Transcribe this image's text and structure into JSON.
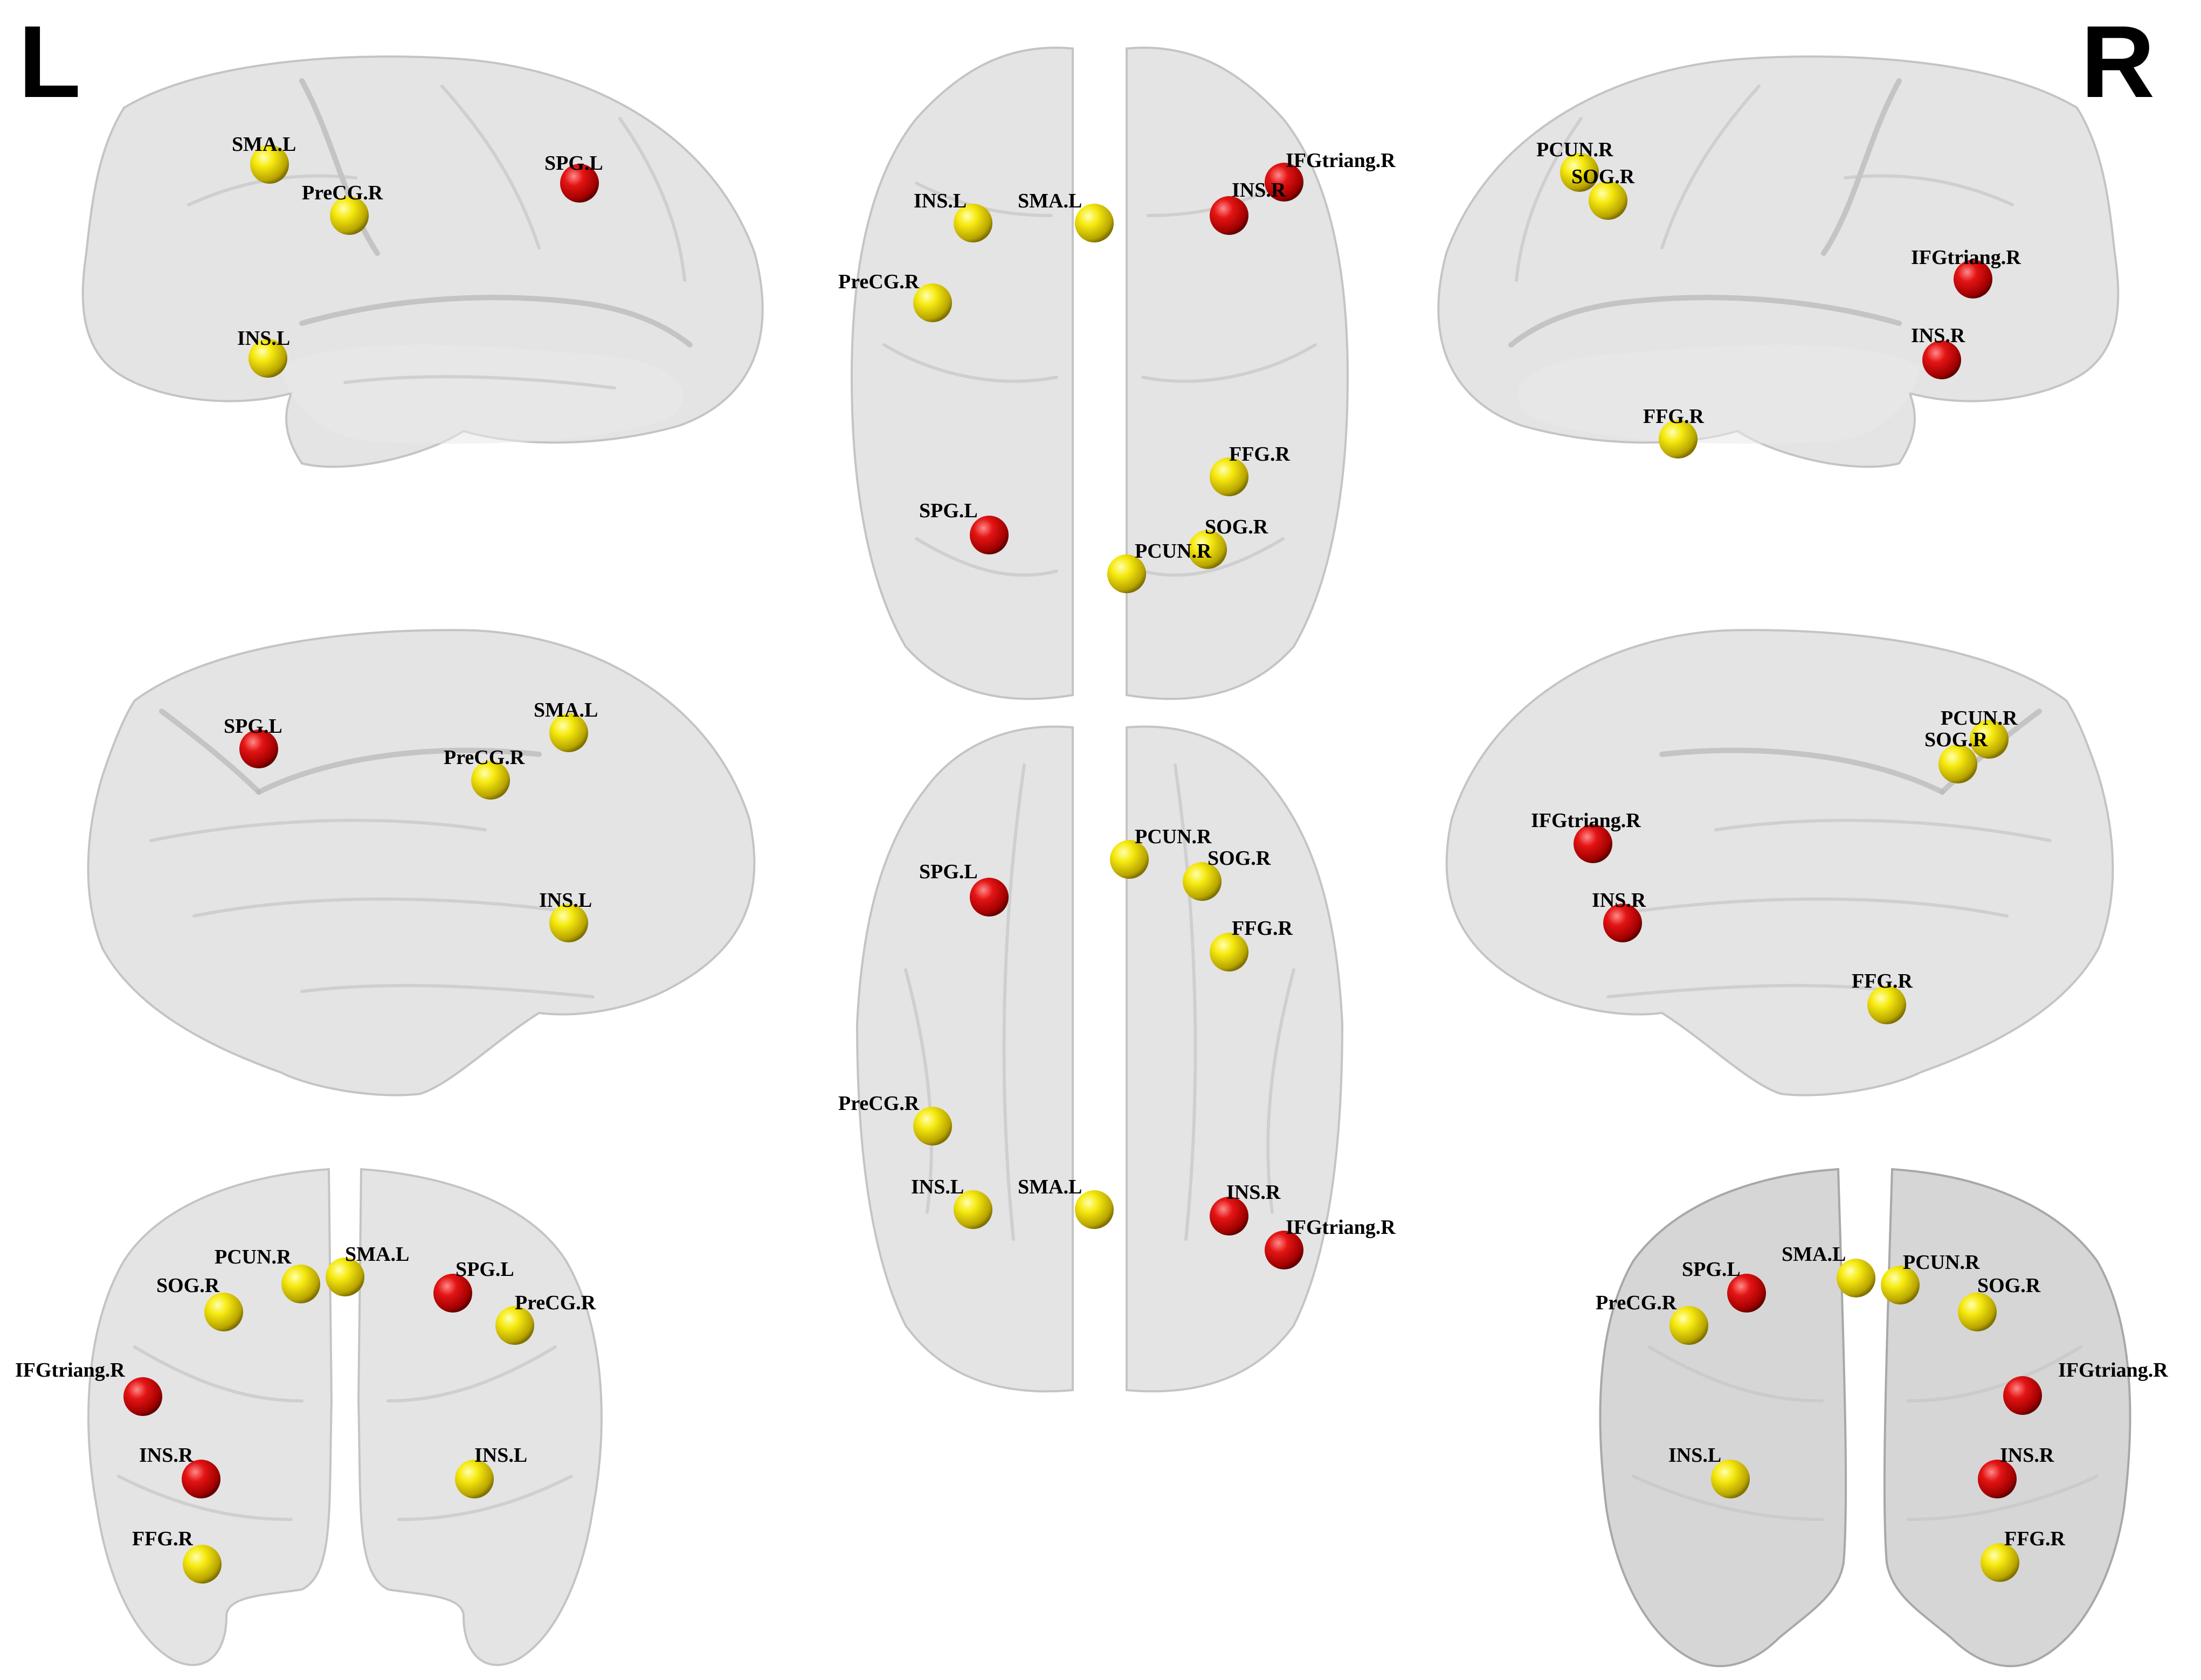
{
  "side_labels": {
    "left": "L",
    "right": "R"
  },
  "colors": {
    "yellow_node": "#f2e200",
    "red_node": "#e01010",
    "brain": "#dcdcdc"
  },
  "views": [
    {
      "id": "lateral-left",
      "nodes": [
        {
          "label": "SMA.L",
          "color": "yellow"
        },
        {
          "label": "PreCG.R",
          "color": "yellow"
        },
        {
          "label": "SPG.L",
          "color": "red"
        },
        {
          "label": "INS.L",
          "color": "yellow"
        }
      ]
    },
    {
      "id": "superior",
      "nodes": [
        {
          "label": "IFGtriang.R",
          "color": "red"
        },
        {
          "label": "INS.R",
          "color": "red"
        },
        {
          "label": "INS.L",
          "color": "yellow"
        },
        {
          "label": "SMA.L",
          "color": "yellow"
        },
        {
          "label": "PreCG.R",
          "color": "yellow"
        },
        {
          "label": "FFG.R",
          "color": "yellow"
        },
        {
          "label": "SPG.L",
          "color": "red"
        },
        {
          "label": "SOG.R",
          "color": "yellow"
        },
        {
          "label": "PCUN.R",
          "color": "yellow"
        }
      ]
    },
    {
      "id": "lateral-right",
      "nodes": [
        {
          "label": "PCUN.R",
          "color": "yellow"
        },
        {
          "label": "SOG.R",
          "color": "yellow"
        },
        {
          "label": "IFGtriang.R",
          "color": "red"
        },
        {
          "label": "INS.R",
          "color": "red"
        },
        {
          "label": "FFG.R",
          "color": "yellow"
        }
      ]
    },
    {
      "id": "medial-left",
      "nodes": [
        {
          "label": "SPG.L",
          "color": "red"
        },
        {
          "label": "SMA.L",
          "color": "yellow"
        },
        {
          "label": "PreCG.R",
          "color": "yellow"
        },
        {
          "label": "INS.L",
          "color": "yellow"
        }
      ]
    },
    {
      "id": "inferior",
      "nodes": [
        {
          "label": "PCUN.R",
          "color": "yellow"
        },
        {
          "label": "SOG.R",
          "color": "yellow"
        },
        {
          "label": "SPG.L",
          "color": "red"
        },
        {
          "label": "FFG.R",
          "color": "yellow"
        },
        {
          "label": "PreCG.R",
          "color": "yellow"
        },
        {
          "label": "INS.L",
          "color": "yellow"
        },
        {
          "label": "SMA.L",
          "color": "yellow"
        },
        {
          "label": "INS.R",
          "color": "red"
        },
        {
          "label": "IFGtriang.R",
          "color": "red"
        }
      ]
    },
    {
      "id": "medial-right",
      "nodes": [
        {
          "label": "PCUN.R",
          "color": "yellow"
        },
        {
          "label": "SOG.R",
          "color": "yellow"
        },
        {
          "label": "IFGtriang.R",
          "color": "red"
        },
        {
          "label": "INS.R",
          "color": "red"
        },
        {
          "label": "FFG.R",
          "color": "yellow"
        }
      ]
    },
    {
      "id": "posterior",
      "nodes": [
        {
          "label": "PCUN.R",
          "color": "yellow"
        },
        {
          "label": "SMA.L",
          "color": "yellow"
        },
        {
          "label": "SOG.R",
          "color": "yellow"
        },
        {
          "label": "SPG.L",
          "color": "red"
        },
        {
          "label": "PreCG.R",
          "color": "yellow"
        },
        {
          "label": "IFGtriang.R",
          "color": "red"
        },
        {
          "label": "INS.R",
          "color": "red"
        },
        {
          "label": "INS.L",
          "color": "yellow"
        },
        {
          "label": "FFG.R",
          "color": "yellow"
        }
      ]
    },
    {
      "id": "anterior",
      "nodes": [
        {
          "label": "SPG.L",
          "color": "red"
        },
        {
          "label": "SMA.L",
          "color": "yellow"
        },
        {
          "label": "PCUN.R",
          "color": "yellow"
        },
        {
          "label": "PreCG.R",
          "color": "yellow"
        },
        {
          "label": "SOG.R",
          "color": "yellow"
        },
        {
          "label": "IFGtriang.R",
          "color": "red"
        },
        {
          "label": "INS.L",
          "color": "yellow"
        },
        {
          "label": "INS.R",
          "color": "red"
        },
        {
          "label": "FFG.R",
          "color": "yellow"
        }
      ]
    }
  ]
}
